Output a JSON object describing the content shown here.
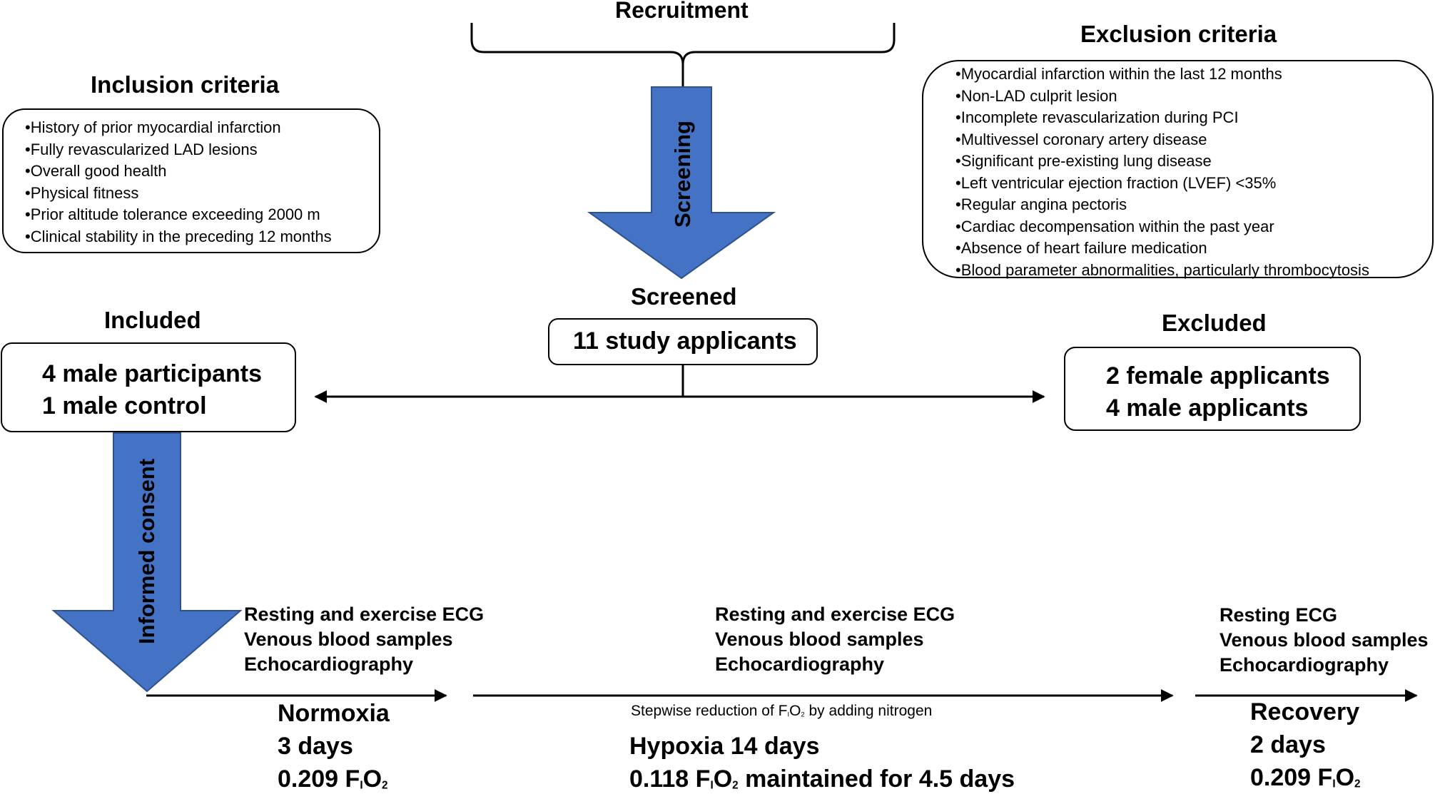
{
  "recruitment": {
    "title": "Recruitment"
  },
  "screening": {
    "arrow_label": "Screening"
  },
  "inclusion": {
    "title": "Inclusion criteria",
    "items": [
      "•History of prior myocardial infarction",
      "•Fully revascularized LAD lesions",
      "•Overall good health",
      "•Physical fitness",
      "•Prior altitude tolerance exceeding 2000 m",
      "•Clinical stability in the preceding 12 months"
    ]
  },
  "exclusion": {
    "title": "Exclusion criteria",
    "items": [
      "•Myocardial infarction within the last 12 months",
      "•Non-LAD culprit lesion",
      "•Incomplete revascularization during PCI",
      "•Multivessel coronary artery disease",
      "•Significant pre-existing lung disease",
      "•Left ventricular ejection fraction (LVEF) <35%",
      "•Regular angina pectoris",
      "•Cardiac decompensation within the past year",
      "•Absence of heart failure medication",
      "•Blood parameter abnormalities, particularly thrombocytosis"
    ]
  },
  "screened": {
    "title": "Screened",
    "value": "11 study applicants"
  },
  "included": {
    "title": "Included",
    "lines": [
      "4 male participants",
      "1 male control"
    ]
  },
  "excluded": {
    "title": "Excluded",
    "lines": [
      "2 female applicants",
      "4 male applicants"
    ]
  },
  "consent": {
    "arrow_label": "Informed consent"
  },
  "phases": {
    "normoxia": {
      "measures": [
        "Resting and exercise ECG",
        "Venous blood samples",
        "Echocardiography"
      ],
      "name": "Normoxia",
      "duration": "3 days",
      "fio2_value": "0.209",
      "fio2_F": "F",
      "fio2_sub": "I",
      "fio2_O": "O",
      "fio2_two": "2"
    },
    "hypoxia": {
      "measures": [
        "Resting and exercise ECG",
        "Venous blood samples",
        "Echocardiography"
      ],
      "note_prefix": "Stepwise reduction of ",
      "note_F": "F",
      "note_sub": "I",
      "note_O": "O",
      "note_two": "2",
      "note_suffix": " by adding nitrogen",
      "name_duration": "Hypoxia 14 days",
      "fio2_value": "0.118",
      "fio2_F": "F",
      "fio2_sub": "I",
      "fio2_O": "O",
      "fio2_two": "2",
      "fio2_suffix": " maintained for 4.5 days"
    },
    "recovery": {
      "measures": [
        "Resting ECG",
        "Venous blood samples",
        "Echocardiography"
      ],
      "name": "Recovery",
      "duration": "2 days",
      "fio2_value": "0.209",
      "fio2_F": "F",
      "fio2_sub": "I",
      "fio2_O": "O",
      "fio2_two": "2"
    }
  },
  "colors": {
    "arrow_fill": "#4472c4",
    "arrow_stroke": "#2f528f",
    "line": "#000000"
  }
}
